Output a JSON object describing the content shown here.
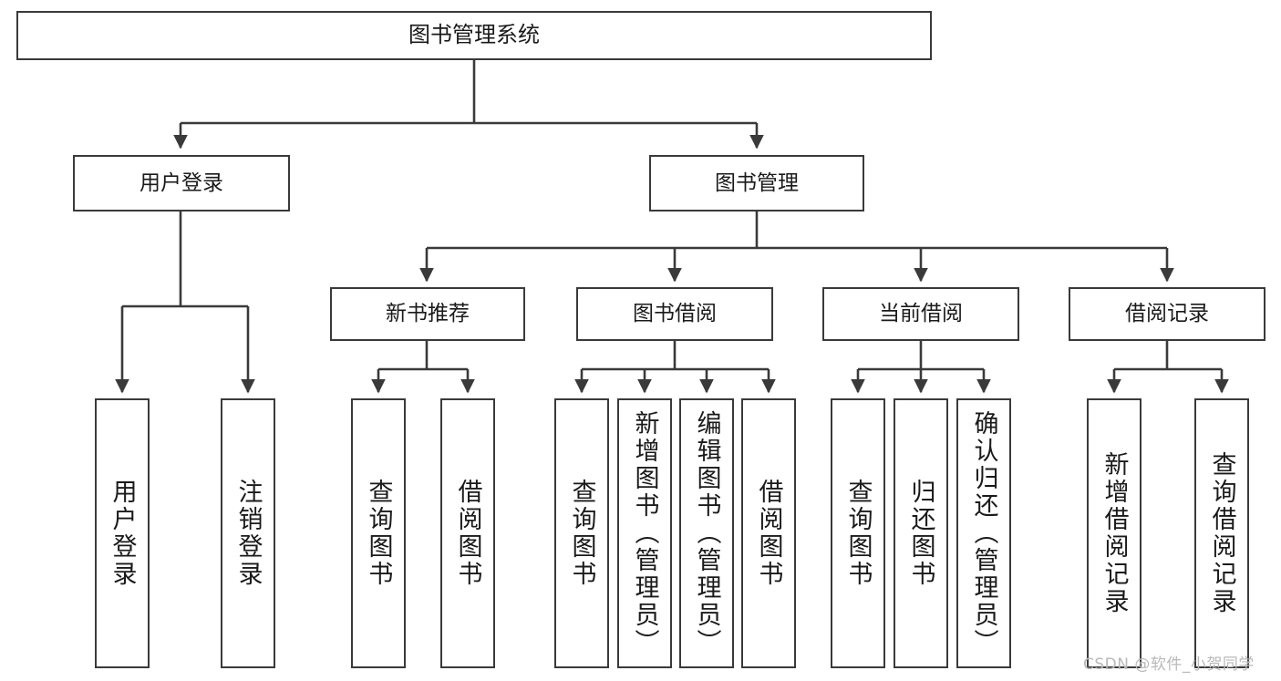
{
  "diagram": {
    "type": "tree",
    "title": "图书管理系统",
    "nodes": {
      "root": {
        "label": "图书管理系统"
      },
      "level2": [
        {
          "id": "user-login",
          "label": "用户登录"
        },
        {
          "id": "book-manage",
          "label": "图书管理"
        }
      ],
      "level3": [
        {
          "id": "new-book-recommend",
          "label": "新书推荐"
        },
        {
          "id": "book-borrow",
          "label": "图书借阅"
        },
        {
          "id": "current-borrow",
          "label": "当前借阅"
        },
        {
          "id": "borrow-record",
          "label": "借阅记录"
        }
      ],
      "leaves": [
        {
          "id": "leaf-user-login",
          "label": "用户登录"
        },
        {
          "id": "leaf-logout-login",
          "label": "注销登录"
        },
        {
          "id": "leaf-query-book-1",
          "label": "查询图书"
        },
        {
          "id": "leaf-borrow-book-1",
          "label": "借阅图书"
        },
        {
          "id": "leaf-query-book-2",
          "label": "查询图书"
        },
        {
          "id": "leaf-add-book",
          "label": "新增图书（管理员）"
        },
        {
          "id": "leaf-edit-book",
          "label": "编辑图书（管理员）"
        },
        {
          "id": "leaf-borrow-book-2",
          "label": "借阅图书"
        },
        {
          "id": "leaf-query-book-3",
          "label": "查询图书"
        },
        {
          "id": "leaf-return-book",
          "label": "归还图书"
        },
        {
          "id": "leaf-confirm-return",
          "label": "确认归还（管理员）"
        },
        {
          "id": "leaf-add-record",
          "label": "新增借阅记录"
        },
        {
          "id": "leaf-query-record",
          "label": "查询借阅记录"
        }
      ]
    },
    "colors": {
      "stroke": "#3a3a3a",
      "fill": "#ffffff",
      "text": "#1a1a1a",
      "watermark": "#b9b9b9"
    }
  },
  "watermark": {
    "text": "CSDN @软件_小贺同学"
  }
}
